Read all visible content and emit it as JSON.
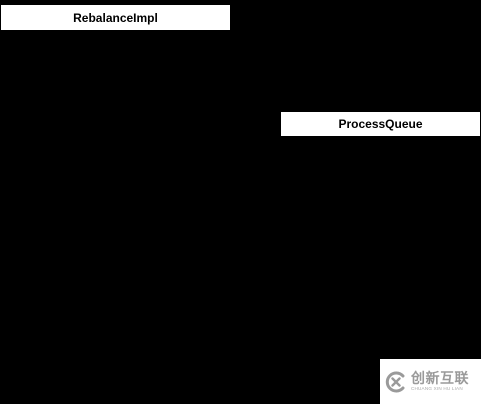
{
  "diagram": {
    "background_color": "#000000",
    "box_fill_color": "#ffffff",
    "box_text_color": "#000000",
    "classes": [
      {
        "label": "RebalanceImpl"
      },
      {
        "label": "ProcessQueue"
      }
    ]
  },
  "watermark": {
    "icon": "logo-icon",
    "text_cn": "创新互联",
    "text_en": "CHUANG XIN HU LIAN",
    "color": "#9a9a9a"
  }
}
